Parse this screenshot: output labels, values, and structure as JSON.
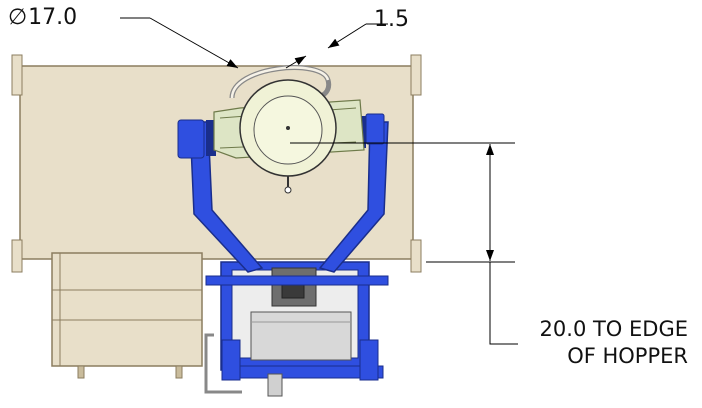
{
  "dimensions": {
    "diameter": {
      "symbol": "∅",
      "value": "17.0"
    },
    "gap": {
      "value": "1.5"
    },
    "distance": {
      "line1": "20.0 TO EDGE",
      "line2": "OF HOPPER"
    }
  },
  "colors": {
    "hopper_fill": "#E8DFC9",
    "hopper_edge": "#8B7D5F",
    "frame_blue": "#2948D8",
    "frame_dark": "#1A2E8C",
    "bracket_green": "#DDE5C5",
    "bowl_fill": "#F0F2D6",
    "panel_gray": "#D8D8D8",
    "dimension_line": "#000000"
  }
}
